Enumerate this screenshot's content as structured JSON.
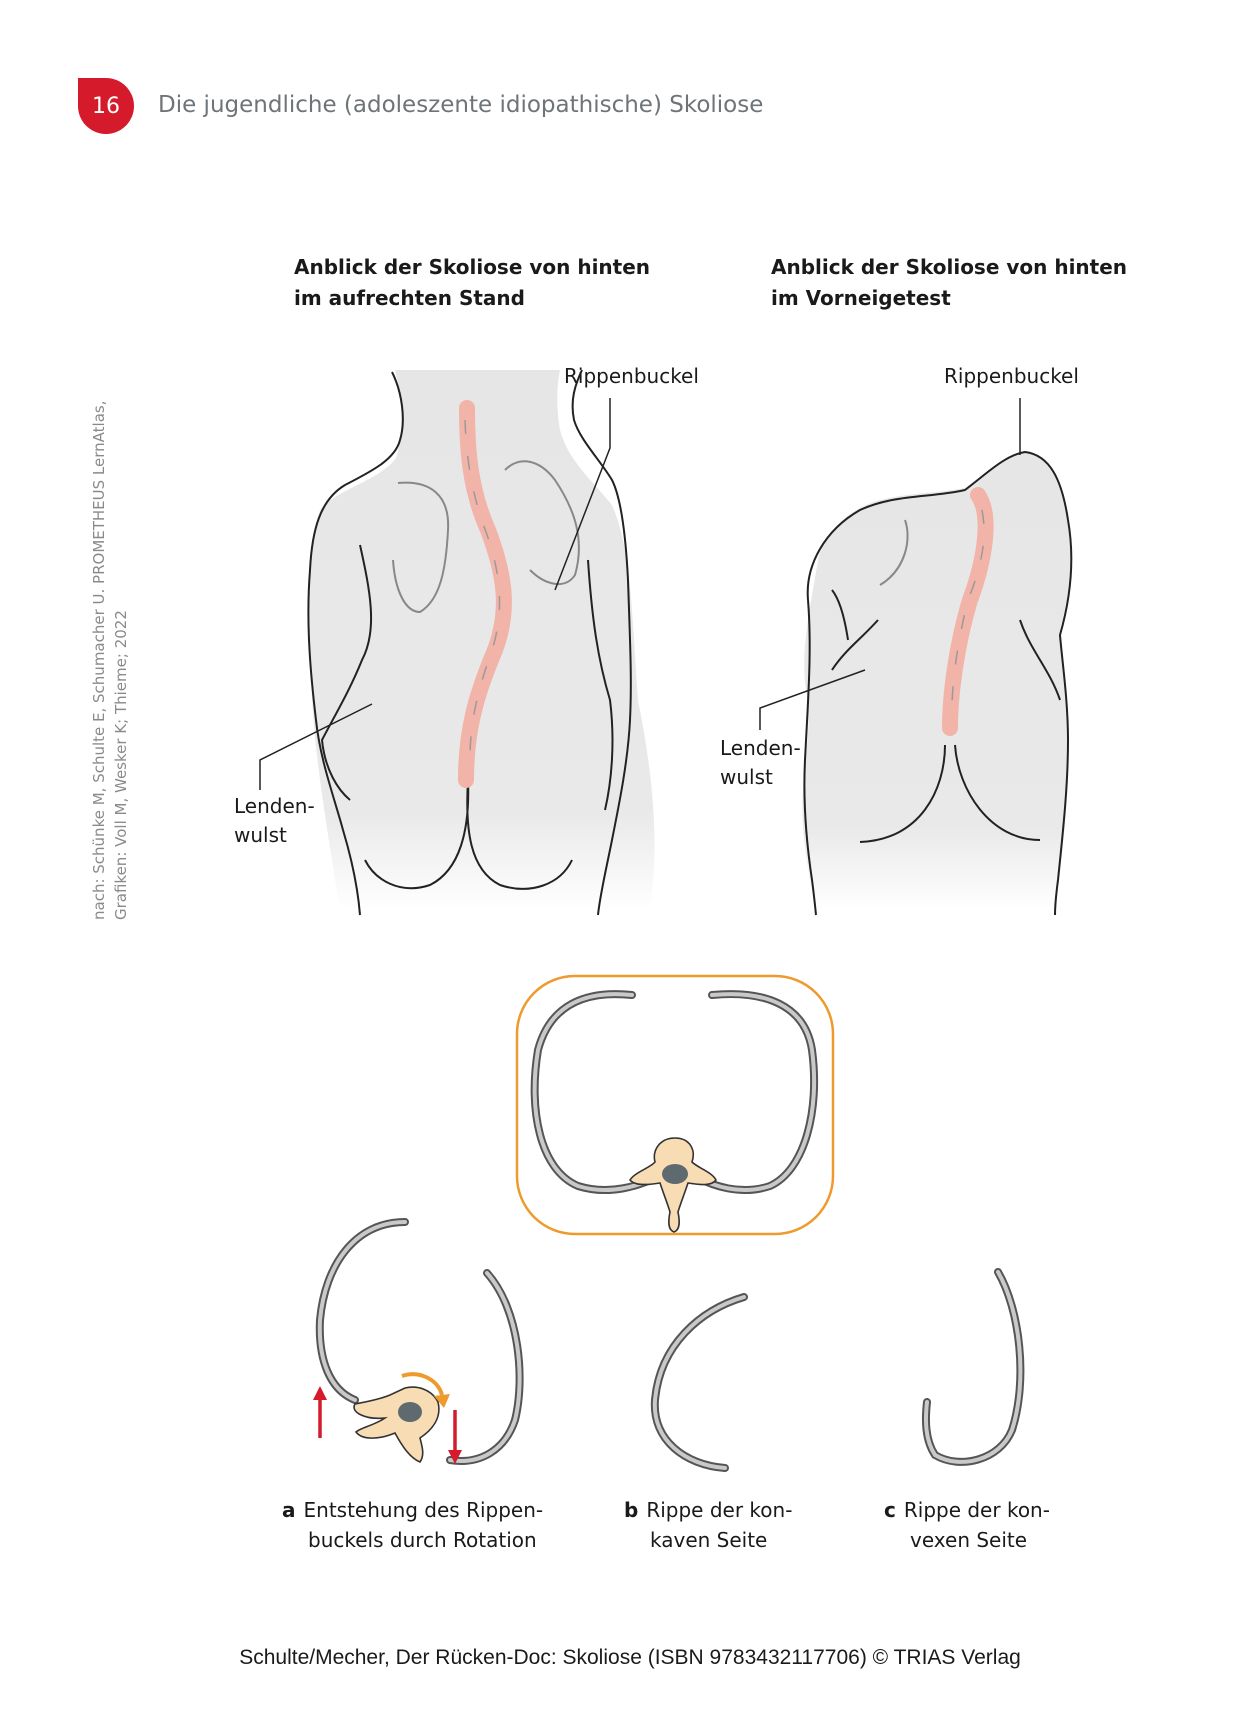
{
  "header": {
    "page_number": "16",
    "running_title": "Die jugendliche (adoleszente idiopathische) Skoliose"
  },
  "figure_upright": {
    "title_line1": "Anblick der Skoliose von hinten",
    "title_line2": "im aufrechten Stand",
    "label_rib_hump": "Rippenbuckel",
    "label_lumbar_line1": "Lenden-",
    "label_lumbar_line2": "wulst"
  },
  "figure_bending": {
    "title_line1": "Anblick der Skoliose von hinten",
    "title_line2": "im Vorneigetest",
    "label_rib_hump": "Rippenbuckel",
    "label_lumbar_line1": "Lenden-",
    "label_lumbar_line2": "wulst"
  },
  "credit": {
    "line1": "nach: Schünke M, Schulte E, Schumacher U. PROMETHEUS LernAtlas,",
    "line2": "Grafiken: Voll M, Wesker K; Thieme; 2022"
  },
  "captions": {
    "a_letter": "a",
    "a_line1": "Entstehung des Rippen-",
    "a_line2": "buckels durch Rotation",
    "b_letter": "b",
    "b_line1": "Rippe der kon-",
    "b_line2": "kaven Seite",
    "c_letter": "c",
    "c_line1": "Rippe der kon-",
    "c_line2": "vexen Seite"
  },
  "footer": {
    "text": "Schulte/Mecher, Der Rücken-Doc: Skoliose (ISBN 9783432117706) © TRIAS Verlag"
  },
  "colors": {
    "accent_red": "#d41a2b",
    "spine_pink": "#f2b3a8",
    "body_gray": "#e6e6e6",
    "frame_orange": "#ee9a2c",
    "vertebra_beige": "#f8dcb4",
    "rib_gray": "#8c8f92",
    "arrow_red": "#d41a2b",
    "arrow_orange": "#ee9a2c"
  }
}
